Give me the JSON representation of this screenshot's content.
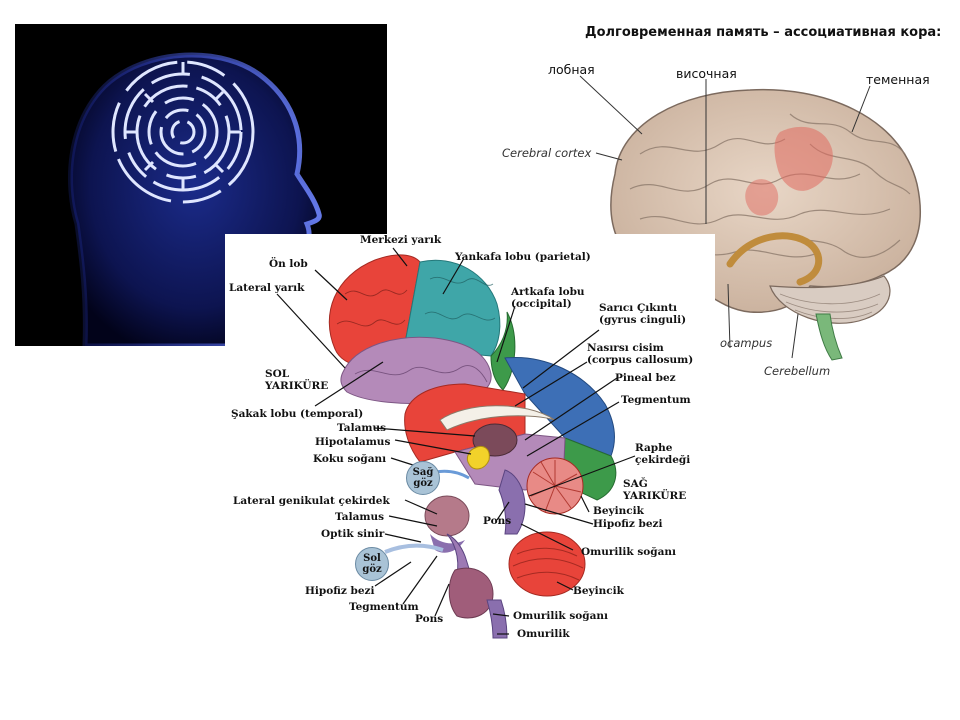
{
  "ru_panel": {
    "title": "Долговременная память – ассоциативная кора:",
    "labels": {
      "frontal": "лобная",
      "temporal": "височная",
      "parietal": "теменная",
      "cortex": "Cerebral cortex",
      "hippocampus": "ocampus",
      "cerebellum": "Cerebellum"
    }
  },
  "tr_panel": {
    "labels": {
      "merkezi_yarik": "Merkezi yarık",
      "on_lob": "Ön lob",
      "yankafa": "Yankafa lobu (parietal)",
      "lateral_yarik": "Lateral yarık",
      "artkafa_1": "Artkafa lobu",
      "artkafa_2": "(occipital)",
      "sarici_1": "Sarıcı Çıkıntı",
      "sarici_2": "(gyrus cinguli)",
      "nasirsi_1": "Nasırsı cisim",
      "nasirsi_2": "(corpus callosum)",
      "sol_yarikure_1": "SOL",
      "sol_yarikure_2": "YARIKÜRE",
      "pineal": "Pineal bez",
      "sakak": "Şakak lobu (temporal)",
      "tegmentum_top": "Tegmentum",
      "talamus_top": "Talamus",
      "hipotalamus": "Hipotalamus",
      "koku": "Koku soğanı",
      "raphe_1": "Raphe",
      "raphe_2": "çekirdeği",
      "sag_yarikure_1": "SAĞ",
      "sag_yarikure_2": "YARIKÜRE",
      "lateral_gen": "Lateral genikulat çekirdek",
      "beyincik_top": "Beyincik",
      "talamus_bot": "Talamus",
      "hipofiz_top": "Hipofiz bezi",
      "pons_top": "Pons",
      "optik": "Optik sinir",
      "omurilik_sog_top": "Omurilik soğanı",
      "hipofiz_bot": "Hipofiz bezi",
      "beyincik_bot": "Beyincik",
      "tegmentum_bot": "Tegmentum",
      "pons_bot": "Pons",
      "omurilik_sog_bot": "Omurilik soğanı",
      "omurilik": "Omurilik",
      "sag_goz_1": "Sağ",
      "sag_goz_2": "göz",
      "sol_goz_1": "Sol",
      "sol_goz_2": "göz"
    }
  },
  "colors": {
    "frontal": "#e8443a",
    "parietal": "#3fa6a8",
    "temporal": "#b48ab9",
    "occipital": "#3d9a4a",
    "cerebellum": "#e8443a",
    "eye": "#a9c3d6",
    "head_glow": "#3a4fd6"
  }
}
